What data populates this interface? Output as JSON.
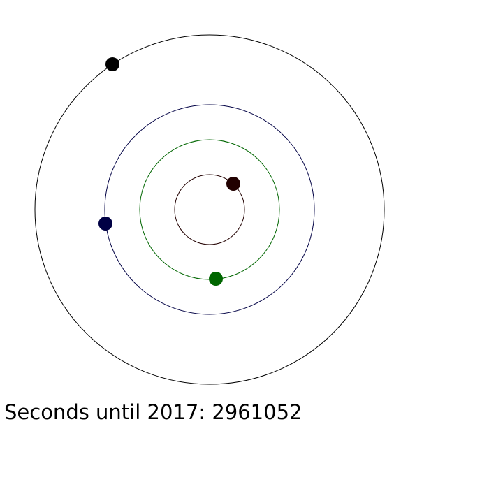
{
  "countdown": {
    "label": "Seconds until 2017:",
    "value": "2961052"
  },
  "orbits": [
    {
      "name": "outer-orbit",
      "color": "#000000",
      "planet_color": "#000000"
    },
    {
      "name": "third-orbit",
      "color": "#000044",
      "planet_color": "#000044"
    },
    {
      "name": "second-orbit",
      "color": "#006600",
      "planet_color": "#006600"
    },
    {
      "name": "inner-orbit",
      "color": "#220000",
      "planet_color": "#220000"
    }
  ]
}
